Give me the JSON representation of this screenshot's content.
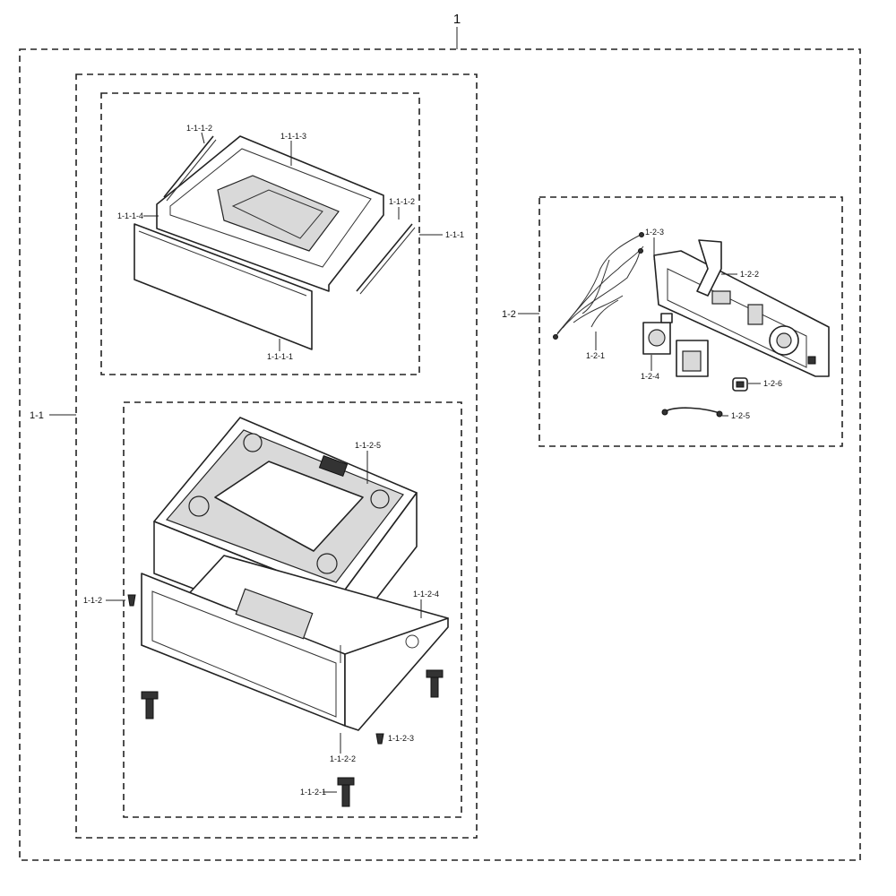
{
  "labels": {
    "root": "1",
    "assy_1_1": "1-1",
    "drawer_assy": "1-1-1",
    "drawer_front": "1-1-1-1",
    "drawer_rail_left": "1-1-1-2",
    "drawer_rail_right": "1-1-1-2",
    "drawer_body": "1-1-1-3",
    "drawer_bracket": "1-1-1-4",
    "screw_small": "1-1-2",
    "foot_screw": "1-1-2-1",
    "frame_front": "1-1-2-2",
    "bolt_small": "1-1-2-3",
    "base_plate": "1-1-2-4",
    "top_cover": "1-1-2-5",
    "assy_1_2": "1-2",
    "wire_harness": "1-2-1",
    "bracket_pcb": "1-2-2",
    "pcb_main": "1-2-3",
    "valve_assy": "1-2-4",
    "hose_clamp": "1-2-5",
    "sensor": "1-2-6"
  }
}
